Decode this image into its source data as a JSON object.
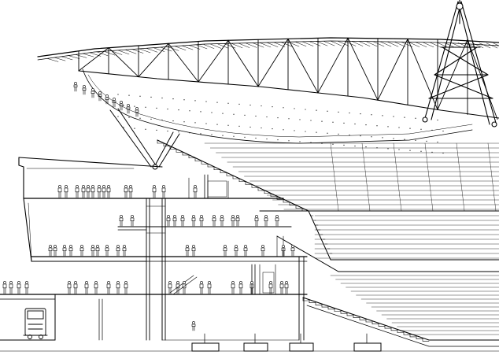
{
  "drawing": {
    "subject": "stadium-stand-cross-section",
    "style": "black-and-white line drawing",
    "colors": {
      "line": "#000000",
      "background": "#ffffff"
    },
    "elements": [
      "roof-truss",
      "roof-mast",
      "upper-tier-seating",
      "middle-tier-seating",
      "lower-tier-seating",
      "box-level-floor",
      "concourse-level-floor",
      "ground-level-floor",
      "service-road-vehicle",
      "foundation-pads",
      "people-figures"
    ]
  }
}
